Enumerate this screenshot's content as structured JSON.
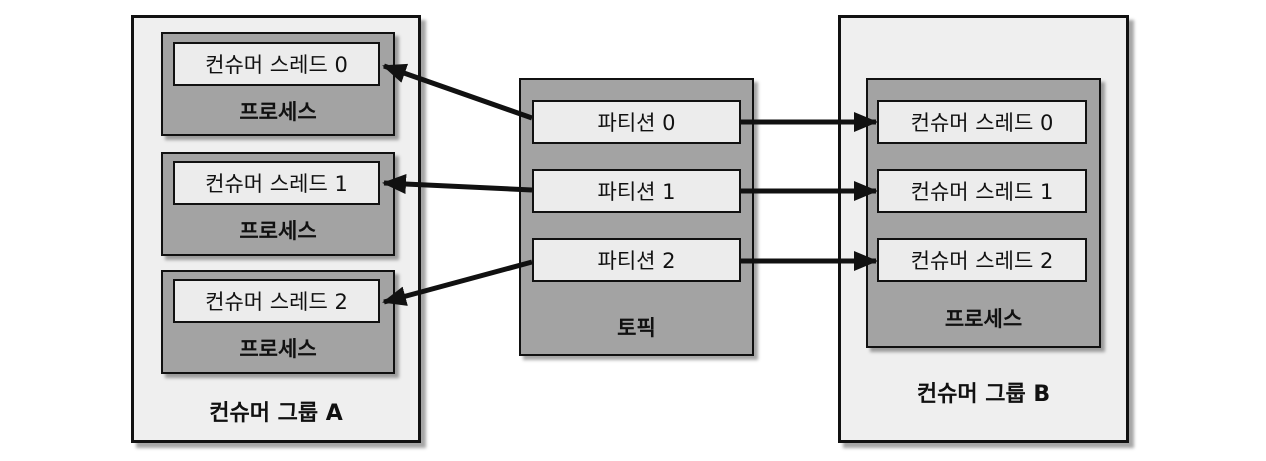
{
  "group_a": {
    "title": "컨슈머 그룹 A",
    "processes": [
      {
        "thread": "컨슈머 스레드 0",
        "label": "프로세스"
      },
      {
        "thread": "컨슈머 스레드 1",
        "label": "프로세스"
      },
      {
        "thread": "컨슈머 스레드 2",
        "label": "프로세스"
      }
    ]
  },
  "topic": {
    "title": "토픽",
    "partitions": [
      "파티션 0",
      "파티션 1",
      "파티션 2"
    ]
  },
  "group_b": {
    "title": "컨슈머 그룹 B",
    "process_label": "프로세스",
    "threads": [
      "컨슈머 스레드 0",
      "컨슈머 스레드 1",
      "컨슈머 스레드 2"
    ]
  },
  "colors": {
    "group_fill": "#efefef",
    "process_fill": "#a3a3a3",
    "cell_fill": "#ececec",
    "stroke": "#111111"
  }
}
